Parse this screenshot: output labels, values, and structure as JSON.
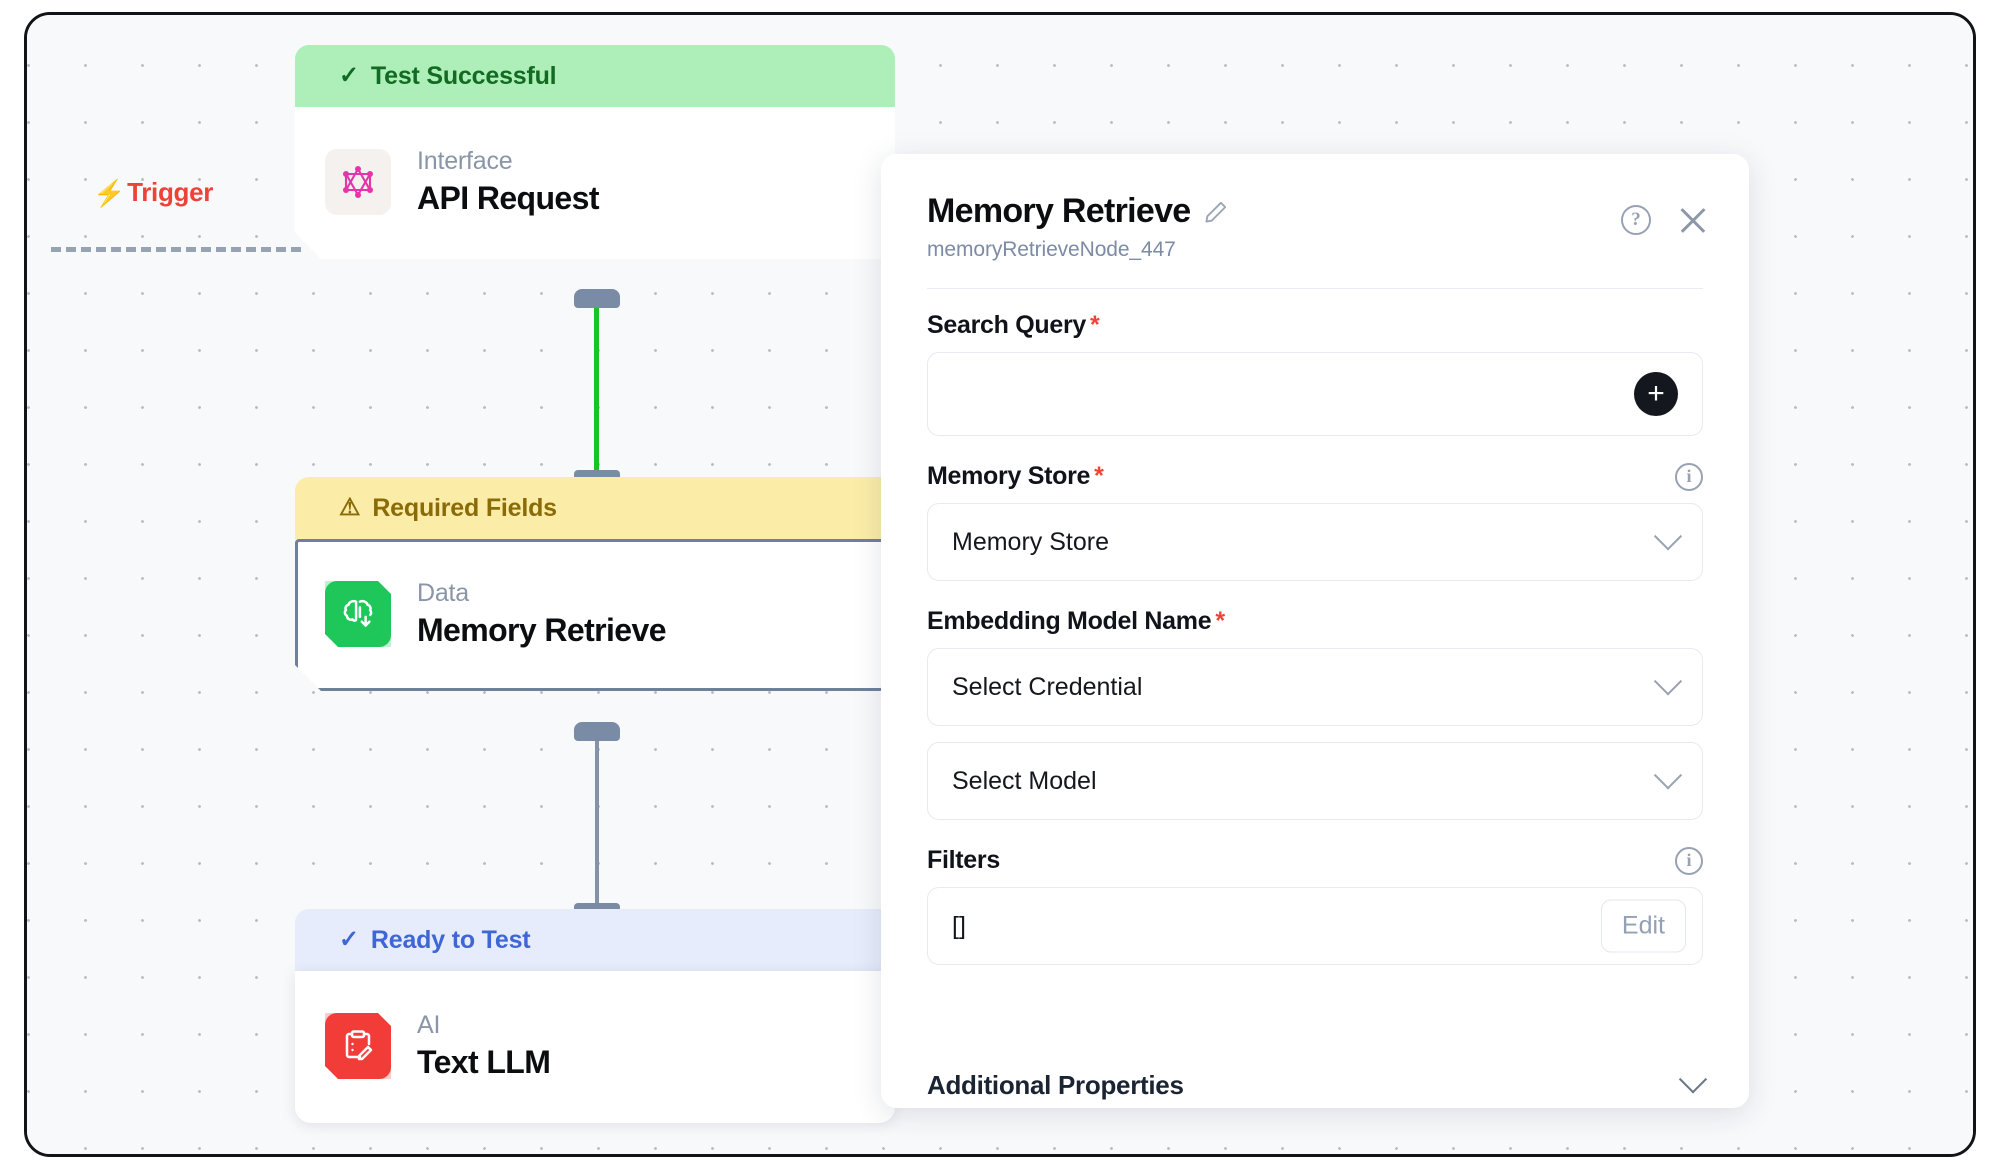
{
  "canvas": {
    "trigger": {
      "label": "Trigger",
      "icon": "lightning-bolt-icon",
      "color": "#ef4237"
    },
    "nodes": [
      {
        "status": "Test Successful",
        "status_icon": "check-icon",
        "status_style": "green",
        "category": "Interface",
        "title": "API Request",
        "icon": "graphql-icon"
      },
      {
        "status": "Required Fields",
        "status_icon": "warning-triangle-icon",
        "status_style": "yellow",
        "category": "Data",
        "title": "Memory Retrieve",
        "icon": "brain-download-icon",
        "selected": true
      },
      {
        "status": "Ready to Test",
        "status_icon": "check-icon",
        "status_style": "blue",
        "category": "AI",
        "title": "Text LLM",
        "icon": "clipboard-pencil-icon"
      }
    ],
    "connectors": [
      {
        "from": "API Request",
        "to": "Memory Retrieve",
        "color": "#17c426",
        "state": "active"
      },
      {
        "from": "Memory Retrieve",
        "to": "Text LLM",
        "color": "#8593a8",
        "state": "idle"
      }
    ]
  },
  "panel": {
    "title": "Memory Retrieve",
    "edit_icon": "pencil-icon",
    "node_id": "memoryRetrieveNode_447",
    "help_icon": "question-circle-icon",
    "close_icon": "close-icon",
    "fields": {
      "search_query": {
        "label": "Search Query",
        "required": true,
        "value": "",
        "add_icon": "plus-icon"
      },
      "memory_store": {
        "label": "Memory Store",
        "required": true,
        "value": "Memory Store",
        "info_icon": "info-circle-icon",
        "chevron_icon": "chevron-down-icon"
      },
      "embedding_model_name": {
        "label": "Embedding Model Name",
        "required": true,
        "credential_value": "Select Credential",
        "model_value": "Select Model",
        "chevron_icon": "chevron-down-icon"
      },
      "filters": {
        "label": "Filters",
        "required": false,
        "value": "[]",
        "info_icon": "info-circle-icon",
        "edit_label": "Edit"
      },
      "additional_properties": {
        "label": "Additional Properties",
        "chevron_icon": "chevron-down-icon"
      }
    }
  },
  "colors": {
    "success": "#aeeeb9",
    "success_text": "#126b23",
    "warning": "#fbeda8",
    "warning_text": "#8a6b08",
    "info": "#e6ecfb",
    "info_text": "#3f66d6",
    "required": "#f04438",
    "trigger": "#ef4237",
    "connector_active": "#17c426",
    "connector_idle": "#8593a8"
  }
}
